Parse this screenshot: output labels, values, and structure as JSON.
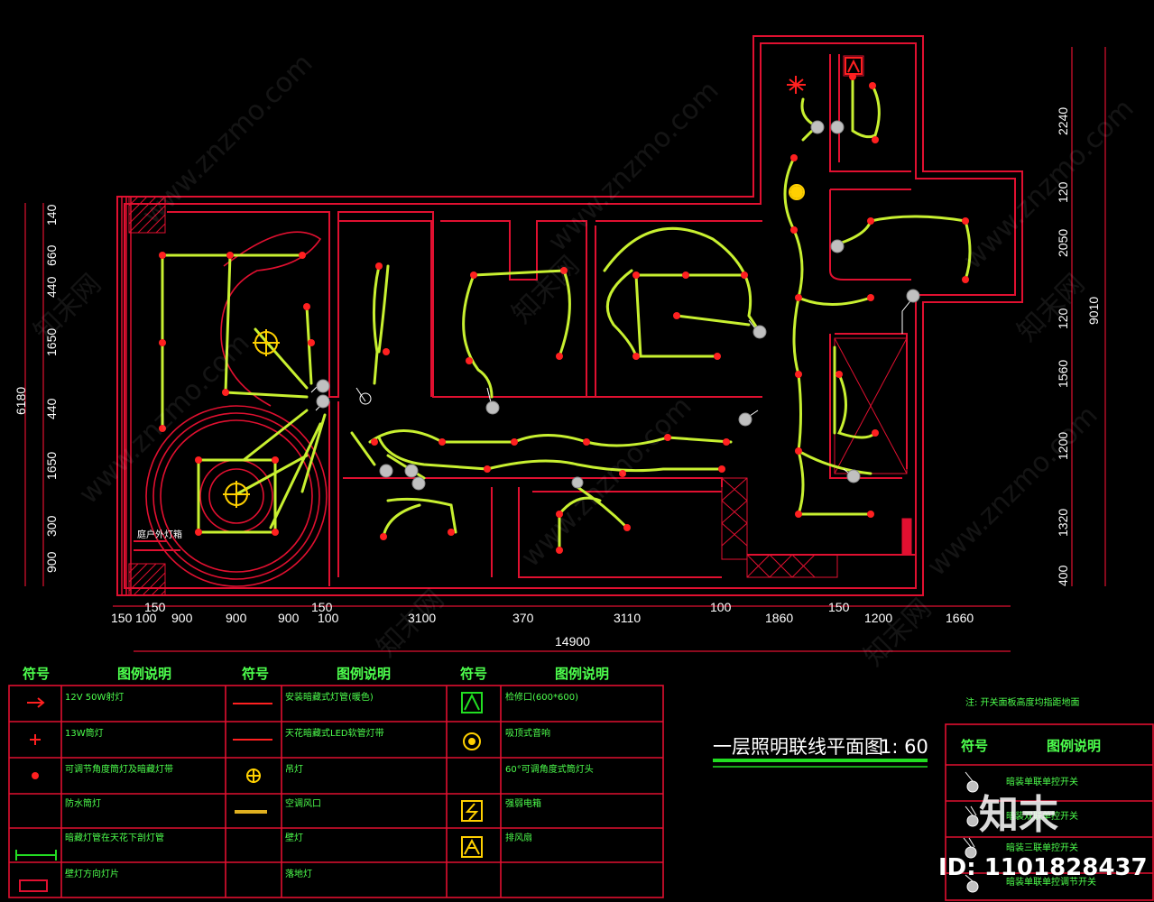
{
  "drawing": {
    "title": "一层照明联线平面图",
    "scale": "1: 60",
    "outdoor_label": "庭户外灯箱"
  },
  "dimensions": {
    "bottom": [
      "150",
      "100",
      "150",
      "900",
      "900",
      "900",
      "150",
      "100",
      "3100",
      "370",
      "3110",
      "100",
      "1860",
      "150",
      "1200",
      "1660"
    ],
    "bottom_total": "14900",
    "left": [
      "140",
      "660",
      "440",
      "1650",
      "440",
      "1650",
      "300",
      "900"
    ],
    "left_total": "6180",
    "right": [
      "2240",
      "120",
      "2050",
      "120",
      "1560",
      "1200",
      "1320",
      "400"
    ],
    "right_total": "9010"
  },
  "legend": {
    "headers": [
      "符号",
      "图例说明",
      "符号",
      "图例说明",
      "符号",
      "图例说明"
    ],
    "col1": [
      "12V 50W射灯",
      "13W筒灯",
      "可调节角度筒灯及暗藏灯带",
      "防水筒灯",
      "暗藏灯管在天花下剖灯管",
      "壁灯方向灯片"
    ],
    "col2": [
      "安装暗藏式灯管(暖色)",
      "天花暗藏式LED软管灯带",
      "吊灯",
      "空调风口",
      "壁灯",
      "落地灯"
    ],
    "col3": [
      "检修口(600*600)",
      "吸顶式音响",
      "60°可调角度式筒灯头",
      "强弱电箱",
      "排风扇"
    ]
  },
  "switch_legend": {
    "note": "注: 开关面板高度均指距地面",
    "headers": [
      "符号",
      "图例说明"
    ],
    "items": [
      "暗装单联单控开关",
      "暗装双联单控开关",
      "暗装三联单控开关",
      "暗装单联单控调节开关"
    ]
  },
  "watermark": {
    "brand": "知末",
    "id": "ID: 1101828437",
    "site": "www.znzmo.com",
    "logo": "知末网"
  }
}
